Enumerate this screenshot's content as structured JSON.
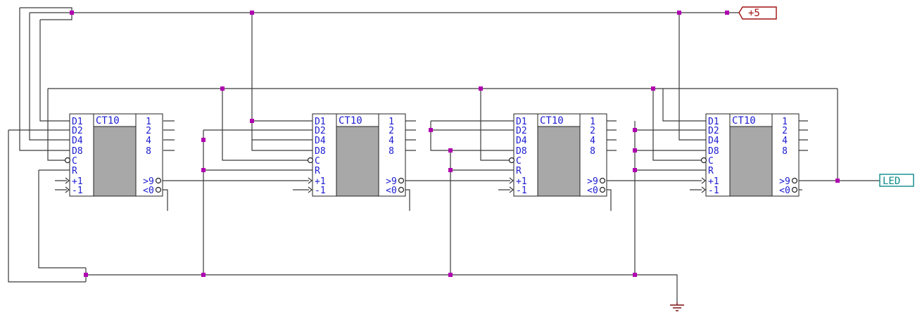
{
  "power_label": "+5",
  "output_label": "LED",
  "chip": {
    "title": "CT10",
    "left_pins": [
      "D1",
      "D2",
      "D4",
      "D8",
      "C",
      "R",
      "+1",
      "-1"
    ],
    "right_pins": [
      "1",
      "2",
      "4",
      "8",
      ">9",
      "<0"
    ]
  },
  "chip_count": 4
}
